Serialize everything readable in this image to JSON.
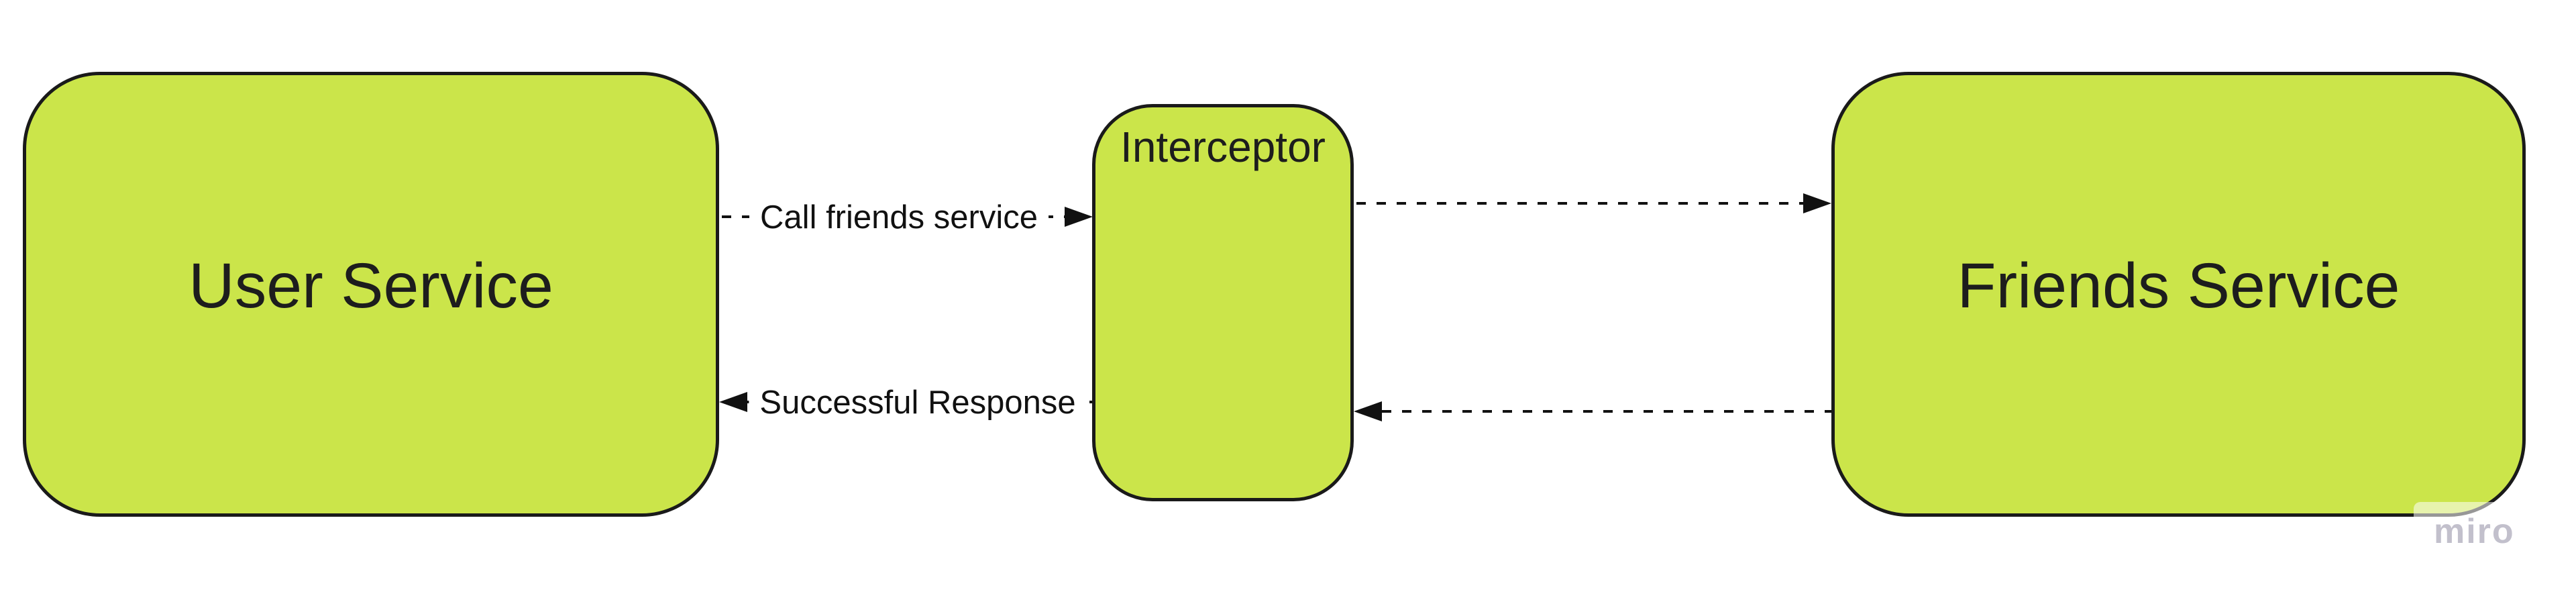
{
  "diagram": {
    "nodes": [
      {
        "id": "user-service",
        "label": "User Service"
      },
      {
        "id": "interceptor",
        "label": "Interceptor"
      },
      {
        "id": "friends-service",
        "label": "Friends Service"
      }
    ],
    "connectors": [
      {
        "id": "call-friends-service",
        "from": "user-service",
        "to": "interceptor",
        "label": "Call friends service",
        "style": "dashed",
        "arrow": "right"
      },
      {
        "id": "forward-to-friends",
        "from": "interceptor",
        "to": "friends-service",
        "label": "",
        "style": "dashed",
        "arrow": "right"
      },
      {
        "id": "return-from-friends",
        "from": "friends-service",
        "to": "interceptor",
        "label": "",
        "style": "dashed",
        "arrow": "left"
      },
      {
        "id": "successful-response",
        "from": "interceptor",
        "to": "user-service",
        "label": "Successful Response",
        "style": "dashed",
        "arrow": "left"
      }
    ],
    "colors": {
      "node_fill": "#cbe54a",
      "node_border": "#1a1a1a",
      "connector_line": "#111111",
      "label_text": "#111111",
      "background": "#ffffff",
      "watermark_text_color": "#c2c0cc"
    }
  },
  "watermark": {
    "label": "miro"
  }
}
